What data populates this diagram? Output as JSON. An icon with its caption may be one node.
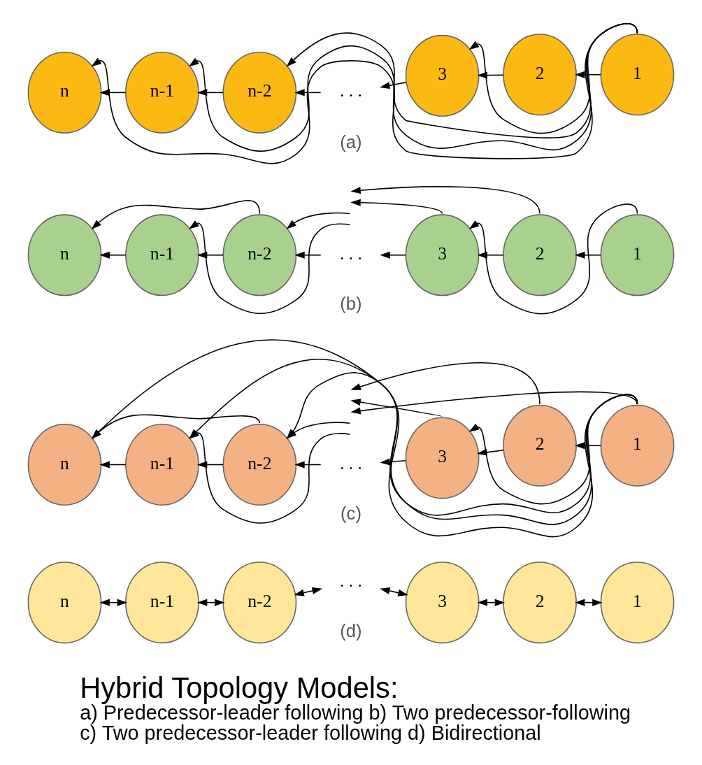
{
  "diagram": {
    "title": "Hybrid Topology Models:",
    "caption": "a) Predecessor-leader following b) Two predecessor-following c) Two predecessor-leader following d) Bidirectional",
    "nodes": [
      {
        "text": [
          "n"
        ]
      },
      {
        "text": [
          "n-1"
        ]
      },
      {
        "text": [
          "n-2"
        ]
      },
      {
        "text": [
          ". . ."
        ]
      },
      {
        "text": [
          "3"
        ]
      },
      {
        "text": [
          "2"
        ]
      },
      {
        "text": [
          "1"
        ]
      },
      {
        "text": [
          "n"
        ]
      },
      {
        "text": [
          "n-1"
        ]
      },
      {
        "text": [
          "n-2"
        ]
      },
      {
        "text": [
          ". . ."
        ]
      },
      {
        "text": [
          "3"
        ]
      },
      {
        "text": [
          "2"
        ]
      },
      {
        "text": [
          "1"
        ]
      },
      {
        "text": [
          "n"
        ]
      },
      {
        "text": [
          "n-1"
        ]
      },
      {
        "text": [
          "n-2"
        ]
      },
      {
        "text": [
          ". . ."
        ]
      },
      {
        "text": [
          "3"
        ]
      },
      {
        "text": [
          "2"
        ]
      },
      {
        "text": [
          "1"
        ]
      },
      {
        "text": [
          "n"
        ]
      },
      {
        "text": [
          "n-1"
        ]
      },
      {
        "text": [
          "n-2"
        ]
      },
      {
        "text": [
          ". . ."
        ]
      },
      {
        "text": [
          "3"
        ]
      },
      {
        "text": [
          "2"
        ]
      },
      {
        "text": [
          "1"
        ]
      }
    ],
    "edges": [
      {
        "from": 6,
        "to": 5,
        "arrow": "to"
      },
      {
        "from": 5,
        "to": 4,
        "arrow": "to"
      },
      {
        "from": 4,
        "to": 3,
        "arrow": "to"
      },
      {
        "from": 3,
        "to": 2,
        "arrow": "to"
      },
      {
        "from": 2,
        "to": 1,
        "arrow": "to"
      },
      {
        "from": 1,
        "to": 0,
        "arrow": "to"
      },
      {
        "from": 6,
        "to": 4,
        "arrow": "to"
      },
      {
        "from": 6,
        "to": 2,
        "arrow": "to"
      },
      {
        "from": 6,
        "to": 1,
        "arrow": "to"
      },
      {
        "from": 6,
        "to": 0,
        "arrow": "to"
      },
      {
        "from": 13,
        "to": 12,
        "arrow": "to"
      },
      {
        "from": 12,
        "to": 11,
        "arrow": "to"
      },
      {
        "from": 11,
        "to": 10,
        "arrow": "to"
      },
      {
        "from": 10,
        "to": 9,
        "arrow": "to"
      },
      {
        "from": 9,
        "to": 8,
        "arrow": "to"
      },
      {
        "from": 8,
        "to": 7,
        "arrow": "to"
      },
      {
        "from": 13,
        "to": 11,
        "arrow": "to"
      },
      {
        "from": 12,
        "to": null,
        "arrow": "to"
      },
      {
        "from": 11,
        "to": null,
        "arrow": "to"
      },
      {
        "from": null,
        "to": 9,
        "arrow": "to"
      },
      {
        "from": null,
        "to": 8,
        "arrow": "to"
      },
      {
        "from": 9,
        "to": 7,
        "arrow": "to"
      },
      {
        "from": 20,
        "to": 19,
        "arrow": "to"
      },
      {
        "from": 19,
        "to": 18,
        "arrow": "to"
      },
      {
        "from": 18,
        "to": 17,
        "arrow": "to"
      },
      {
        "from": 17,
        "to": 16,
        "arrow": "to"
      },
      {
        "from": 16,
        "to": 15,
        "arrow": "to"
      },
      {
        "from": 15,
        "to": 14,
        "arrow": "to"
      },
      {
        "from": 20,
        "to": 18,
        "arrow": "to"
      },
      {
        "from": 19,
        "to": null,
        "arrow": "to"
      },
      {
        "from": 18,
        "to": null,
        "arrow": "to"
      },
      {
        "from": 20,
        "to": null,
        "arrow": "to"
      },
      {
        "from": 20,
        "to": 16,
        "arrow": "to"
      },
      {
        "from": 20,
        "to": 15,
        "arrow": "to"
      },
      {
        "from": 20,
        "to": 14,
        "arrow": "to"
      },
      {
        "from": null,
        "to": 16,
        "arrow": "to"
      },
      {
        "from": null,
        "to": 15,
        "arrow": "to"
      },
      {
        "from": 16,
        "to": 14,
        "arrow": "to"
      },
      {
        "from": 27,
        "to": 26,
        "arrow": "both"
      },
      {
        "from": 26,
        "to": 25,
        "arrow": "both"
      },
      {
        "from": 25,
        "to": 24,
        "arrow": "both"
      },
      {
        "from": 24,
        "to": 23,
        "arrow": "both"
      },
      {
        "from": 23,
        "to": 22,
        "arrow": "both"
      },
      {
        "from": 22,
        "to": 21,
        "arrow": "both"
      }
    ],
    "labels": [
      "(a)",
      "(b)",
      "(c)",
      "(d)"
    ]
  }
}
